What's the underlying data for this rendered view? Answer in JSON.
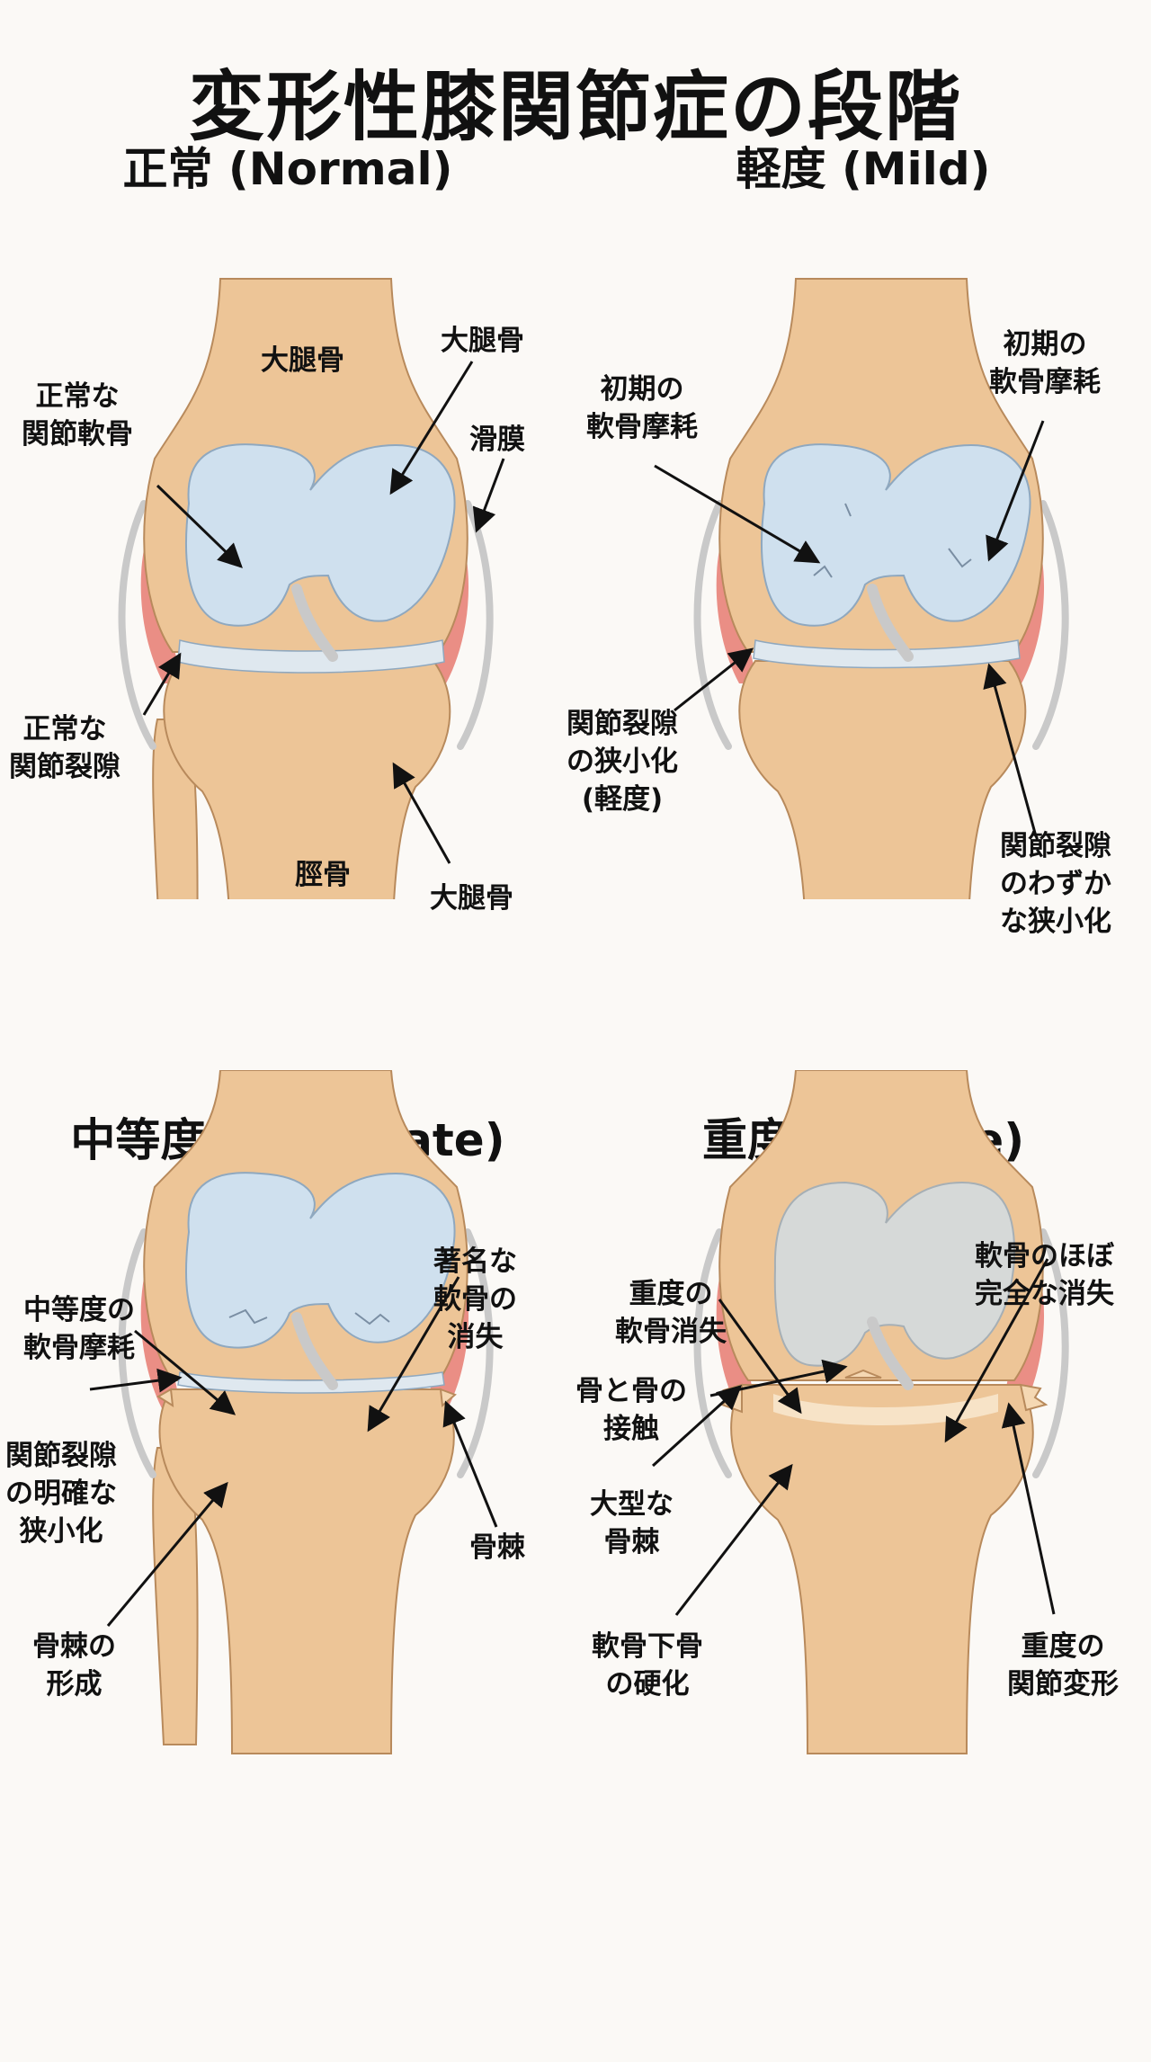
{
  "title": "変形性膝関節症の段階",
  "colors": {
    "bone": "#edc597",
    "bone_light": "#f5d8b3",
    "bone_edge": "#b88a5c",
    "cartilage": "#cfe0ee",
    "cartilage_edge": "#8fa8bf",
    "synovium": "#e46a5f",
    "meniscus": "#dfe8ef",
    "ligament": "#c9c9c9",
    "arrow": "#111111"
  },
  "panels": [
    {
      "stage": "normal",
      "title": "正常 (Normal)",
      "labels": {
        "femur_top": "大腿骨",
        "femur_arrow": "大腿骨",
        "cartilage": [
          "正常な",
          "関節軟骨"
        ],
        "synovium": "滑膜",
        "joint_space": [
          "正常な",
          "関節裂隙"
        ],
        "tibia": "脛骨",
        "tibia_arrow": "大腿骨"
      }
    },
    {
      "stage": "mild",
      "title": "軽度 (Mild)",
      "labels": {
        "wear_left": [
          "初期の",
          "軟骨摩耗"
        ],
        "wear_right": [
          "初期の",
          "軟骨摩耗"
        ],
        "narrowing_left": [
          "関節裂隙",
          "の狭小化",
          "(軽度)"
        ],
        "narrowing_right": [
          "関節裂隙",
          "のわずか",
          "な狭小化"
        ]
      }
    },
    {
      "stage": "moderate",
      "title": "中等度 (Moderate)",
      "labels": {
        "wear": [
          "中等度の",
          "軟骨摩耗"
        ],
        "loss": [
          "著名な",
          "軟骨の",
          "消失"
        ],
        "narrowing": [
          "関節裂隙",
          "の明確な",
          "狭小化"
        ],
        "osteophyte": "骨棘",
        "osteophyte_formation": [
          "骨棘の",
          "形成"
        ]
      }
    },
    {
      "stage": "severe",
      "title": "重度 (Severe)",
      "labels": {
        "loss": [
          "重度の",
          "軟骨消失"
        ],
        "near_total_loss": [
          "軟骨のほぼ",
          "完全な消失"
        ],
        "contact": [
          "骨と骨の",
          "接触"
        ],
        "large_osteophyte": [
          "大型な",
          "骨棘"
        ],
        "sclerosis": [
          "軟骨下骨",
          "の硬化"
        ],
        "deformity": [
          "重度の",
          "関節変形"
        ]
      }
    }
  ]
}
